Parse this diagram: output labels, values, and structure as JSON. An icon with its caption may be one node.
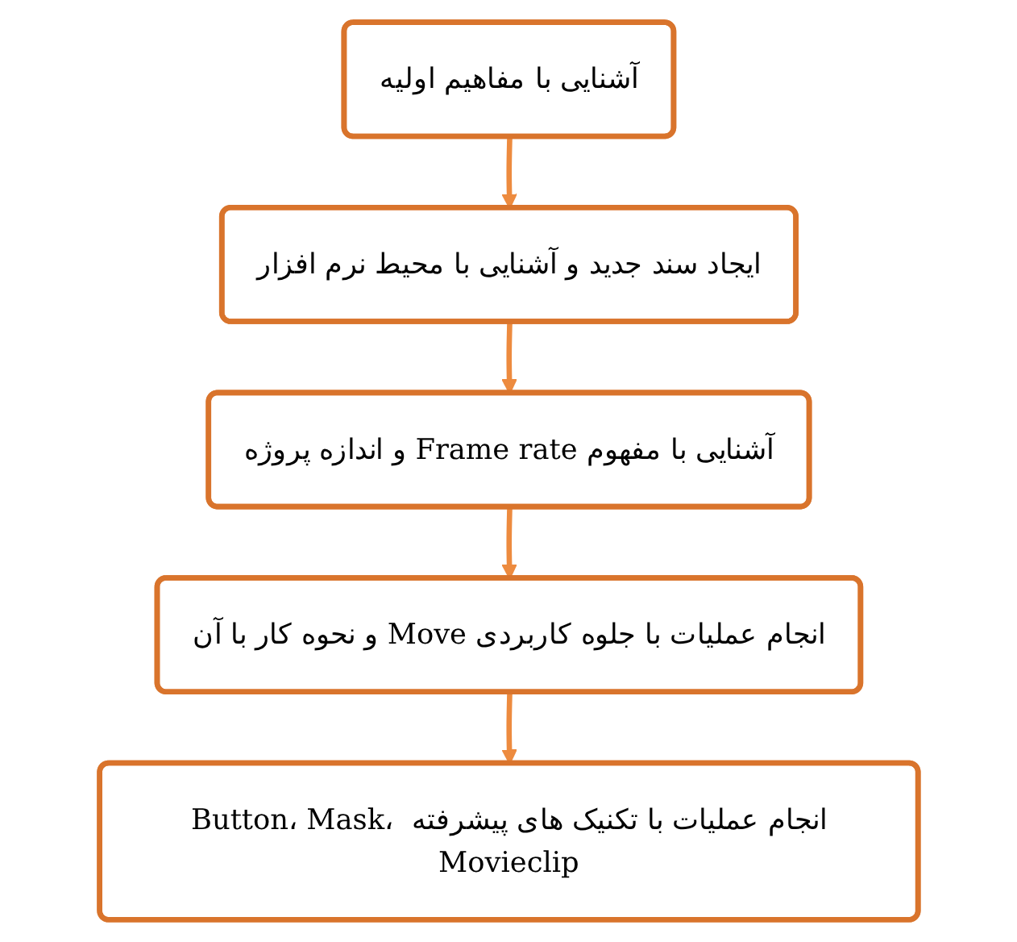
{
  "diagram": {
    "nodes": [
      {
        "text": [
          "آشنایی با مفاهیم اولیه"
        ]
      },
      {
        "text": [
          "ایجاد سند جدید و آشنایی با محیط نرم افزار"
        ]
      },
      {
        "text": [
          "آشنایی با مفهوم Frame rate و اندازه پروژه"
        ]
      },
      {
        "text": [
          "انجام عملیات با جلوه کاربردی Move و نحوه کار با آن"
        ]
      },
      {
        "text": [
          "انجام عملیات با تکنیک های پیشرفته Button، Mask، Movieclip"
        ]
      }
    ],
    "edges": [
      {
        "from": 0,
        "to": 1,
        "arrow": "to",
        "color": "#ed8b3f"
      },
      {
        "from": 1,
        "to": 2,
        "arrow": "to",
        "color": "#ed8b3f"
      },
      {
        "from": 2,
        "to": 3,
        "arrow": "to",
        "color": "#ed8b3f"
      },
      {
        "from": 3,
        "to": 4,
        "arrow": "to",
        "color": "#ed8b3f"
      }
    ]
  }
}
